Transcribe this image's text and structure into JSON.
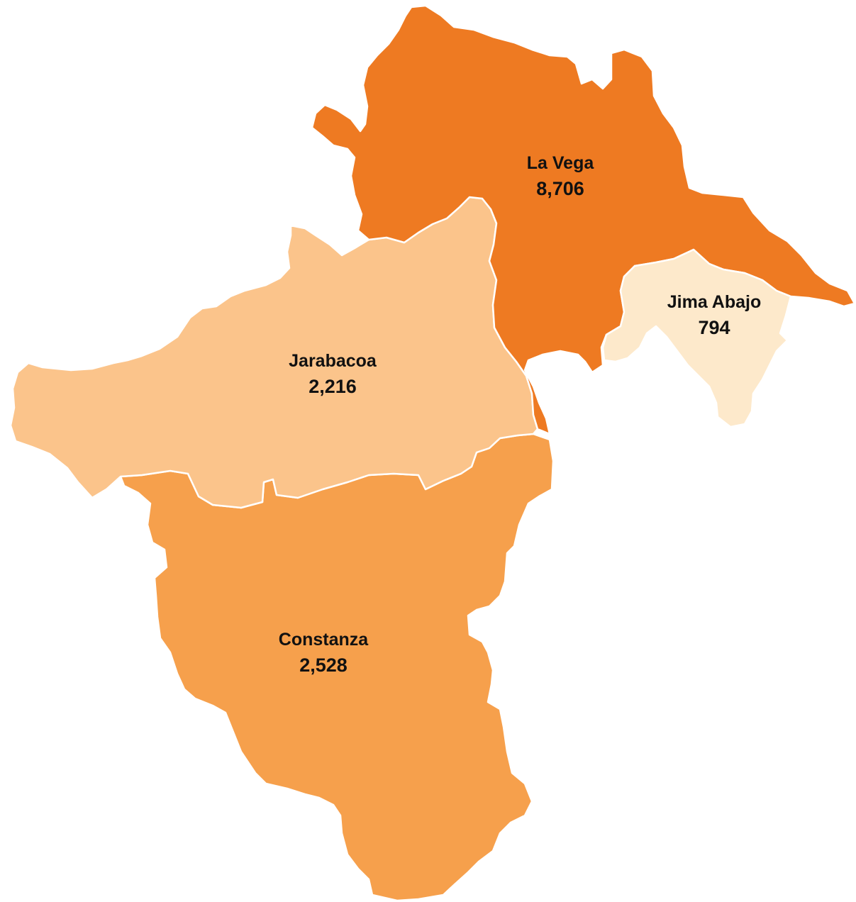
{
  "map": {
    "regions": [
      {
        "id": "la-vega",
        "name": "La Vega",
        "value": "8,706",
        "color": "#EE7A22"
      },
      {
        "id": "jarabacoa",
        "name": "Jarabacoa",
        "value": "2,216",
        "color": "#FBC48B"
      },
      {
        "id": "jima-abajo",
        "name": "Jima Abajo",
        "value": "794",
        "color": "#FDE9CB"
      },
      {
        "id": "constanza",
        "name": "Constanza",
        "value": "2,528",
        "color": "#F6A04C"
      }
    ]
  }
}
